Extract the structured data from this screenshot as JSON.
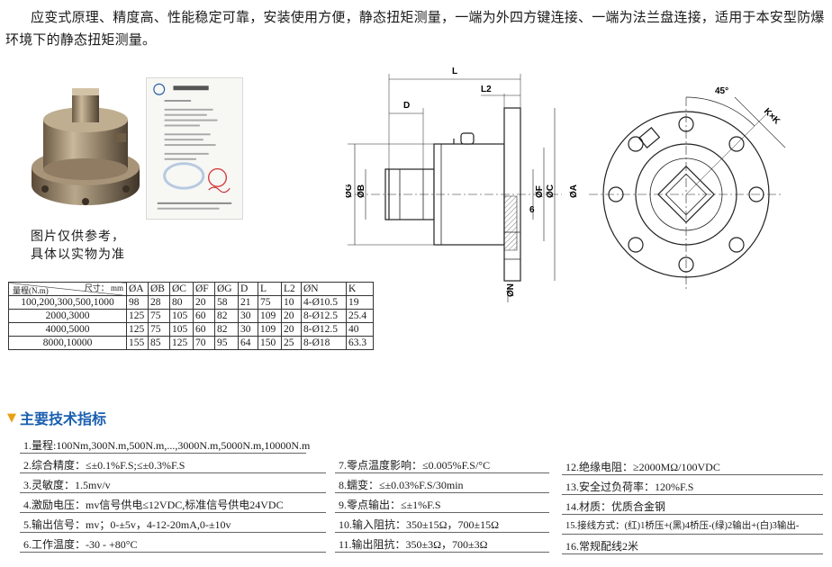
{
  "intro": "应变式原理、精度高、性能稳定可靠，安装使用方便，静态扭矩测量，一端为外四方键连接、一端为法兰盘连接，适用于本安型防爆环境下的静态扭矩测量。",
  "caption": [
    "图片仅供参考，",
    "具体以实物为准"
  ],
  "table": {
    "range_label": "量程(N.m)",
    "size_label": "尺寸： mm",
    "columns": [
      "ØA",
      "ØB",
      "ØC",
      "ØF",
      "ØG",
      "D",
      "L",
      "L2",
      "ØN",
      "K"
    ],
    "rows": [
      {
        "range": "100,200,300,500,1000",
        "values": [
          "98",
          "28",
          "80",
          "20",
          "58",
          "21",
          "75",
          "10",
          "4-Ø10.5",
          "19"
        ]
      },
      {
        "range": "2000,3000",
        "values": [
          "125",
          "75",
          "105",
          "60",
          "82",
          "30",
          "109",
          "20",
          "8-Ø12.5",
          "25.4"
        ]
      },
      {
        "range": "4000,5000",
        "values": [
          "125",
          "75",
          "105",
          "60",
          "82",
          "30",
          "109",
          "20",
          "8-Ø12.5",
          "40"
        ]
      },
      {
        "range": "8000,10000",
        "values": [
          "155",
          "85",
          "125",
          "70",
          "95",
          "64",
          "150",
          "25",
          "8-Ø18",
          "63.3"
        ]
      }
    ]
  },
  "drawing": {
    "L": "L",
    "L2": "L2",
    "D": "D",
    "G": "ØG",
    "B": "ØB",
    "F": "ØF",
    "C": "ØC",
    "A": "ØA",
    "six": "6",
    "N": "ØN",
    "angle": "45°",
    "K": "K×K"
  },
  "section_title": "主要技术指标",
  "params": {
    "p1": "1.量程:100Nm,300N.m,500N.m,...,3000N.m,5000N.m,10000N.m",
    "p2": "2.综合精度：≤±0.1%F.S;≤±0.3%F.S",
    "p3": "3.灵敏度：1.5mv/v",
    "p4": "4.激励电压：mv信号供电≤12VDC,标准信号供电24VDC",
    "p5": "5.输出信号：mv；0-±5v，4-12-20mA,0-±10v",
    "p6": "6.工作温度：-30 - +80°C",
    "p7": "7.零点温度影响：≤0.005%F.S/°C",
    "p8": "8.蠕变：≤±0.03%F.S/30min",
    "p9": "9.零点输出：≤±1%F.S",
    "p10": "10.输入阻抗：350±15Ω，700±15Ω",
    "p11": "11.输出阻抗：350±3Ω，700±3Ω",
    "p12": "12.绝缘电阻：≥2000MΩ/100VDC",
    "p13": "13.安全过负荷率：120%F.S",
    "p14": "14.材质：优质合金钢",
    "p15": "15.接线方式：(红)1桥压+(黑)4桥压-(绿)2输出+(白)3输出-",
    "p16": "16.常规配线2米"
  }
}
